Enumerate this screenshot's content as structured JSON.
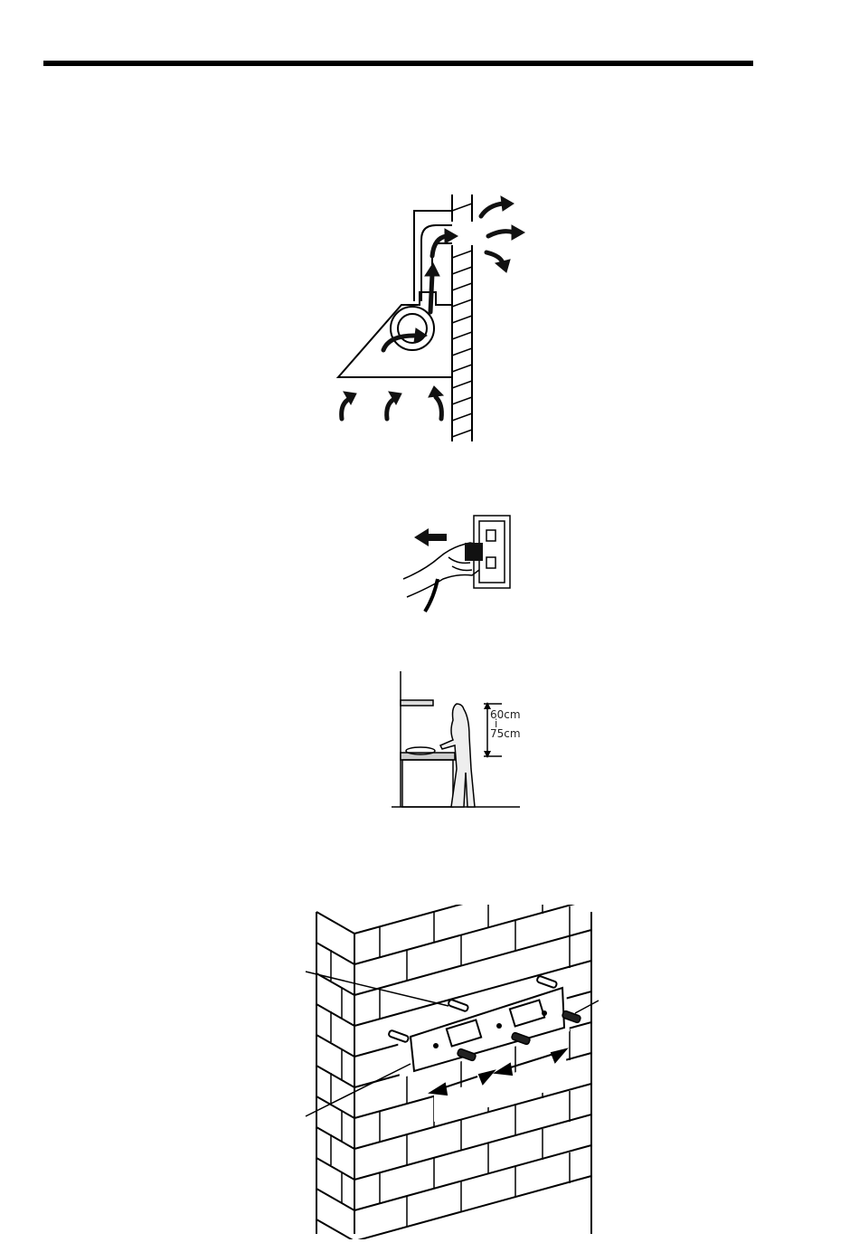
{
  "figures": {
    "hood_airflow": {
      "icon": "range-hood-airflow-diagram"
    },
    "unplug": {
      "icon": "hand-unplugging-socket"
    },
    "mounting_height": {
      "min_label": "60cm",
      "max_label": "75cm"
    },
    "wall_bracket": {
      "icon": "wall-bracket-screws-on-brick-wall"
    }
  }
}
